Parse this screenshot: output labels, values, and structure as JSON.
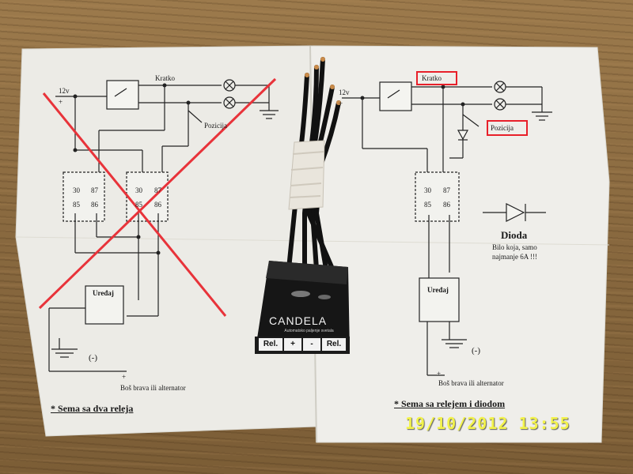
{
  "left_diagram": {
    "v12": "12v",
    "plus": "+",
    "kratko": "Kratko",
    "pozicija": "Pozicija",
    "relay1": {
      "t30": "30",
      "t87": "87",
      "t85": "85",
      "t86": "86"
    },
    "relay2": {
      "t30": "30",
      "t87": "87",
      "t85": "85",
      "t86": "86"
    },
    "uredaj": "Uređaj",
    "minus": "(-)",
    "bos_plus": "+",
    "bos": "Boš brava ili alternator",
    "caption": "* Sema sa dva releja"
  },
  "right_diagram": {
    "v12": "12v",
    "plus": "+",
    "kratko": "Kratko",
    "pozicija": "Pozicija",
    "relay": {
      "t30": "30",
      "t87": "87",
      "t85": "85",
      "t86": "86"
    },
    "dioda": "Dioda",
    "dioda_note1": "Bilo koja, samo",
    "dioda_note2": "najmanje 6A !!!",
    "uredaj": "Uređaj",
    "minus": "(-)",
    "bos_plus": "+",
    "bos": "Boš brava ili alternator",
    "caption": "* Sema sa relejem i diodom"
  },
  "module": {
    "brand": "CANDELA",
    "subtitle": "Automatsko paljenje svetala",
    "terminals": [
      "Rel.",
      "+",
      "-",
      "Rel."
    ]
  },
  "timestamp": "19/10/2012  13:55",
  "colors": {
    "cross": "#e8333a",
    "highlight_box": "#e8202a",
    "stamp": "#f2f24a"
  }
}
